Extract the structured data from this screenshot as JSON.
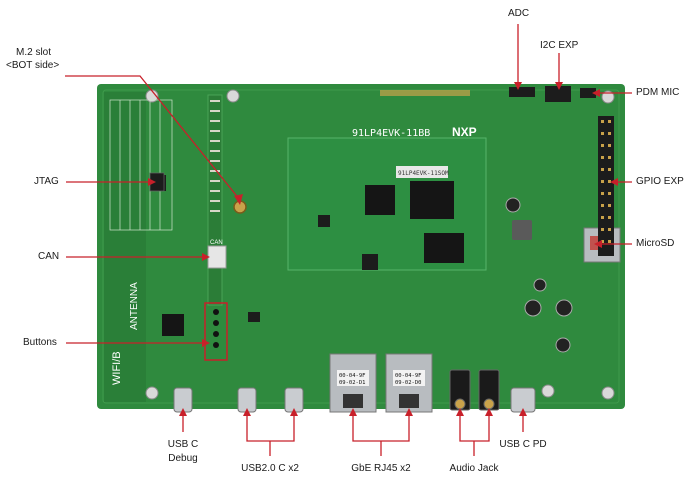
{
  "labels": {
    "m2_slot_line1": "M.2 slot",
    "m2_slot_line2": "<BOT side>",
    "jtag": "JTAG",
    "can": "CAN",
    "buttons": "Buttons",
    "adc": "ADC",
    "i2c_exp": "I2C EXP",
    "pdm_mic": "PDM MIC",
    "gpio_exp": "GPIO EXP",
    "microsd": "MicroSD",
    "usb_c_debug_line1": "USB C",
    "usb_c_debug_line2": "Debug",
    "usb20_c_x2": "USB2.0 C x2",
    "gbe_rj45_x2": "GbE RJ45 x2",
    "audio_jack": "Audio Jack",
    "usb_c_pd": "USB C PD"
  },
  "board": {
    "silk_model": "91LP4EVK-11BB",
    "silk_som": "91LP4EVK-11SOM",
    "brand": "NXP",
    "silk_wifi": "WIFI/B",
    "silk_antenna": "ANTENNA",
    "silk_can": "CAN",
    "rj45_tag1_line1": "00-04-9F",
    "rj45_tag1_line2": "09-02-D1",
    "rj45_tag2_line1": "00-04-9F",
    "rj45_tag2_line2": "09-02-D0"
  },
  "colors": {
    "pcb": "#2f8a3e",
    "pcb_dark": "#23702f",
    "callout": "#c8202a",
    "chip": "#151515",
    "metal": "#b8bcc0"
  }
}
